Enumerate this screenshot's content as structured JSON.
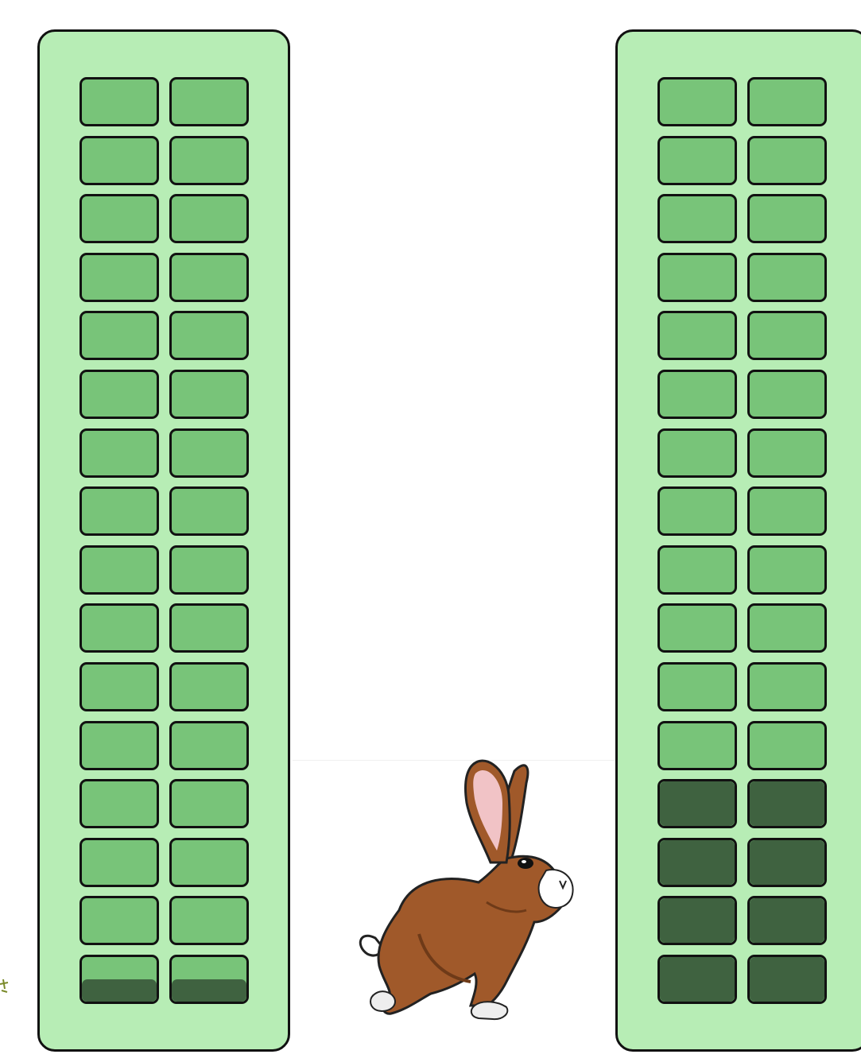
{
  "board": {
    "left_column": {
      "rows": 16,
      "cols": 2,
      "cells": [
        [
          0,
          0
        ],
        [
          0,
          0
        ],
        [
          0,
          0
        ],
        [
          0,
          0
        ],
        [
          0,
          0
        ],
        [
          0,
          0
        ],
        [
          0,
          0
        ],
        [
          0,
          0
        ],
        [
          0,
          0
        ],
        [
          0,
          0
        ],
        [
          0,
          0
        ],
        [
          0,
          0
        ],
        [
          0,
          0
        ],
        [
          0,
          0
        ],
        [
          0,
          0
        ],
        [
          0.5,
          0.5
        ]
      ]
    },
    "right_column": {
      "rows": 16,
      "cols": 2,
      "cells": [
        [
          0,
          0
        ],
        [
          0,
          0
        ],
        [
          0,
          0
        ],
        [
          0,
          0
        ],
        [
          0,
          0
        ],
        [
          0,
          0
        ],
        [
          0,
          0
        ],
        [
          0,
          0
        ],
        [
          0,
          0
        ],
        [
          0,
          0
        ],
        [
          0,
          0
        ],
        [
          0,
          0
        ],
        [
          1,
          1
        ],
        [
          1,
          1
        ],
        [
          1,
          1
        ],
        [
          1,
          1
        ]
      ]
    }
  },
  "colors": {
    "panel": "#b7edb5",
    "cell_empty": "#78c479",
    "cell_filled": "#3f6240",
    "border": "#111111",
    "bunny_fur": "#a0592a"
  },
  "icons": {
    "character": "rabbit-icon",
    "offscreen_critter": "critter-icon"
  }
}
